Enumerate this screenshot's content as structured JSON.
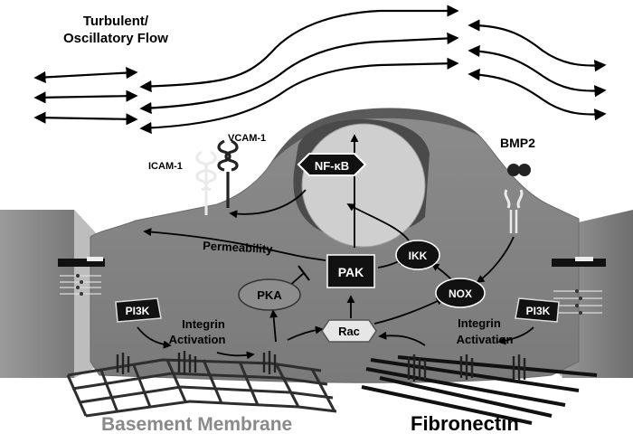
{
  "labels": {
    "flow_line1": "Turbulent/",
    "flow_line2": "Oscillatory Flow",
    "vcam": "VCAM-1",
    "icam": "ICAM-1",
    "bmp2": "BMP2",
    "nfkb": "NF-κB",
    "permeability": "Permeability",
    "pak": "PAK",
    "pka": "PKA",
    "ikk": "IKK",
    "nox": "NOX",
    "rac": "Rac",
    "pi3k_left": "PI3K",
    "pi3k_right": "PI3K",
    "integrin_left_1": "Integrin",
    "integrin_left_2": "Activation",
    "integrin_right_1": "Integrin",
    "integrin_right_2": "Activation",
    "basement_membrane": "Basement Membrane",
    "fibronectin": "Fibronectin"
  },
  "colors": {
    "cell": "#858585",
    "cell_dark": "#5e5e5e",
    "nucleus": "#cfcfcf",
    "pka_fill": "#8c8c8c",
    "rac_fill": "#e6e6e6",
    "node_dark": "#111111",
    "basement_label": "#8a8a8a",
    "fibronectin_label": "#000000"
  }
}
